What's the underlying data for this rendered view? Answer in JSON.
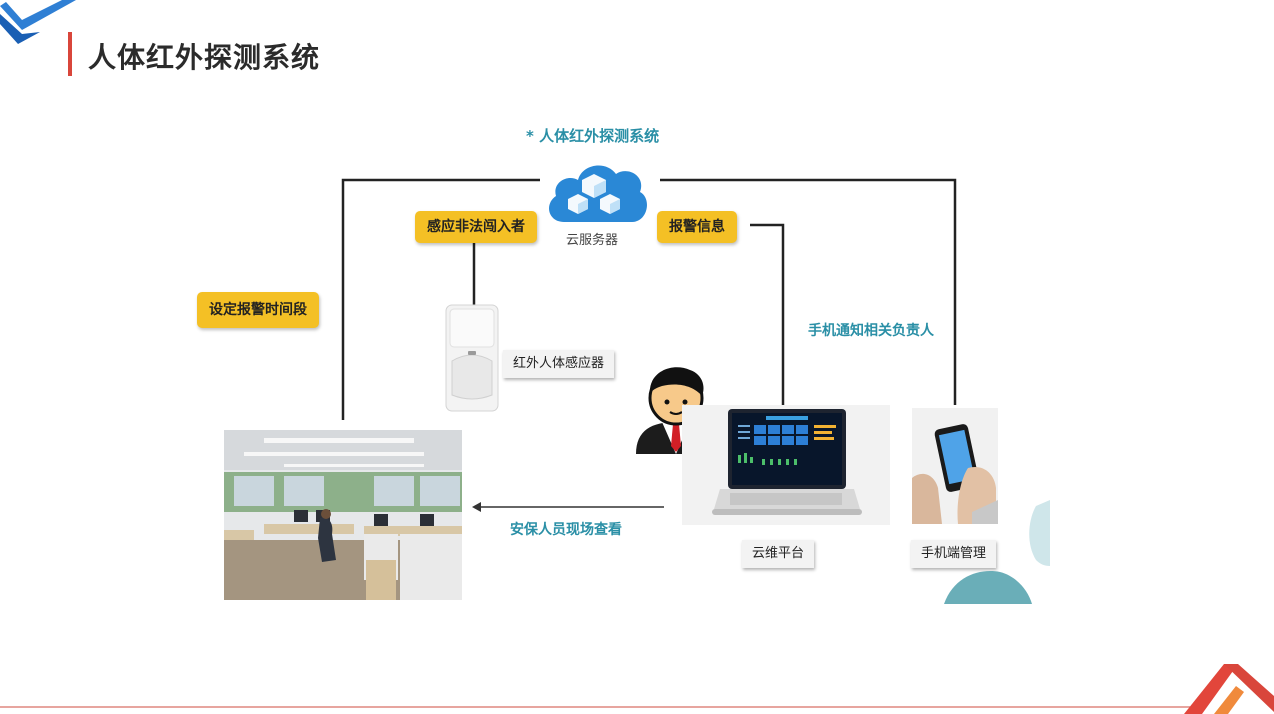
{
  "page": {
    "title": "人体红外探测系统"
  },
  "diagram": {
    "system_title": "* 人体红外探测系统",
    "cloud_label": "云服务器",
    "tags": {
      "intruder": "感应非法闯入者",
      "alarm_info": "报警信息",
      "set_period": "设定报警时间段"
    },
    "notify_text": "手机通知相关负责人",
    "security_text": "安保人员现场查看",
    "labels": {
      "sensor": "红外人体感应器",
      "cloud_platform": "云维平台",
      "mobile": "手机端管理"
    }
  },
  "colors": {
    "accent_red": "#d9463b",
    "tag_yellow": "#f4c025",
    "cyan_text": "#2a8fa6",
    "cloud_blue": "#2a88d6",
    "logo_blue": "#2f7fd4"
  }
}
